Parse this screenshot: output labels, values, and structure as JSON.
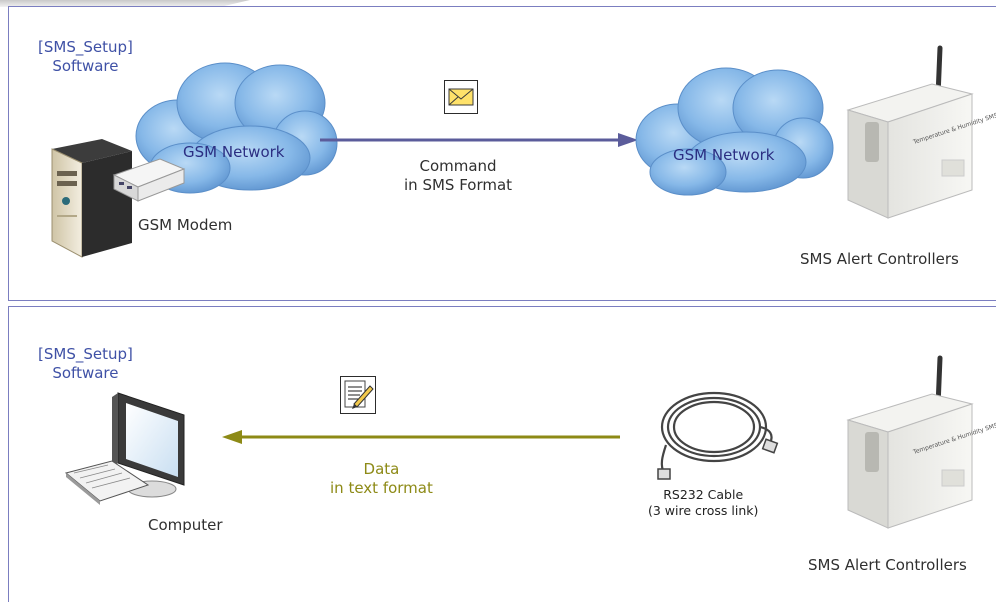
{
  "top_panel": {
    "software_line1": "[SMS_Setup]",
    "software_line2": "Software",
    "network_left": "GSM Network",
    "network_right": "GSM Network",
    "modem_label": "GSM Modem",
    "command_line1": "Command",
    "command_line2": "in SMS Format",
    "controllers_label": "SMS Alert Controllers",
    "device_text": "Temperature & Humidity SMS Alert Controller"
  },
  "bottom_panel": {
    "software_line1": "[SMS_Setup]",
    "software_line2": "Software",
    "computer_label": "Computer",
    "data_line1": "Data",
    "data_line2": "in text format",
    "cable_line1": "RS232 Cable",
    "cable_line2": "(3 wire cross link)",
    "controllers_label": "SMS Alert Controllers",
    "device_text": "Temperature & Humidity SMS Alert Controller"
  },
  "colors": {
    "frame": "#7b7ec0",
    "arrow_sms": "#5b5c9b",
    "arrow_data": "#8d8a16",
    "software_text": "#3f51a6",
    "network_text": "#2b2e82",
    "cloud": "#6a9fd6"
  },
  "icons": [
    "envelope-icon",
    "document-pen-icon",
    "cloud-icon",
    "server-tower-icon",
    "modem-icon",
    "computer-icon",
    "cable-icon",
    "controller-box-icon"
  ]
}
